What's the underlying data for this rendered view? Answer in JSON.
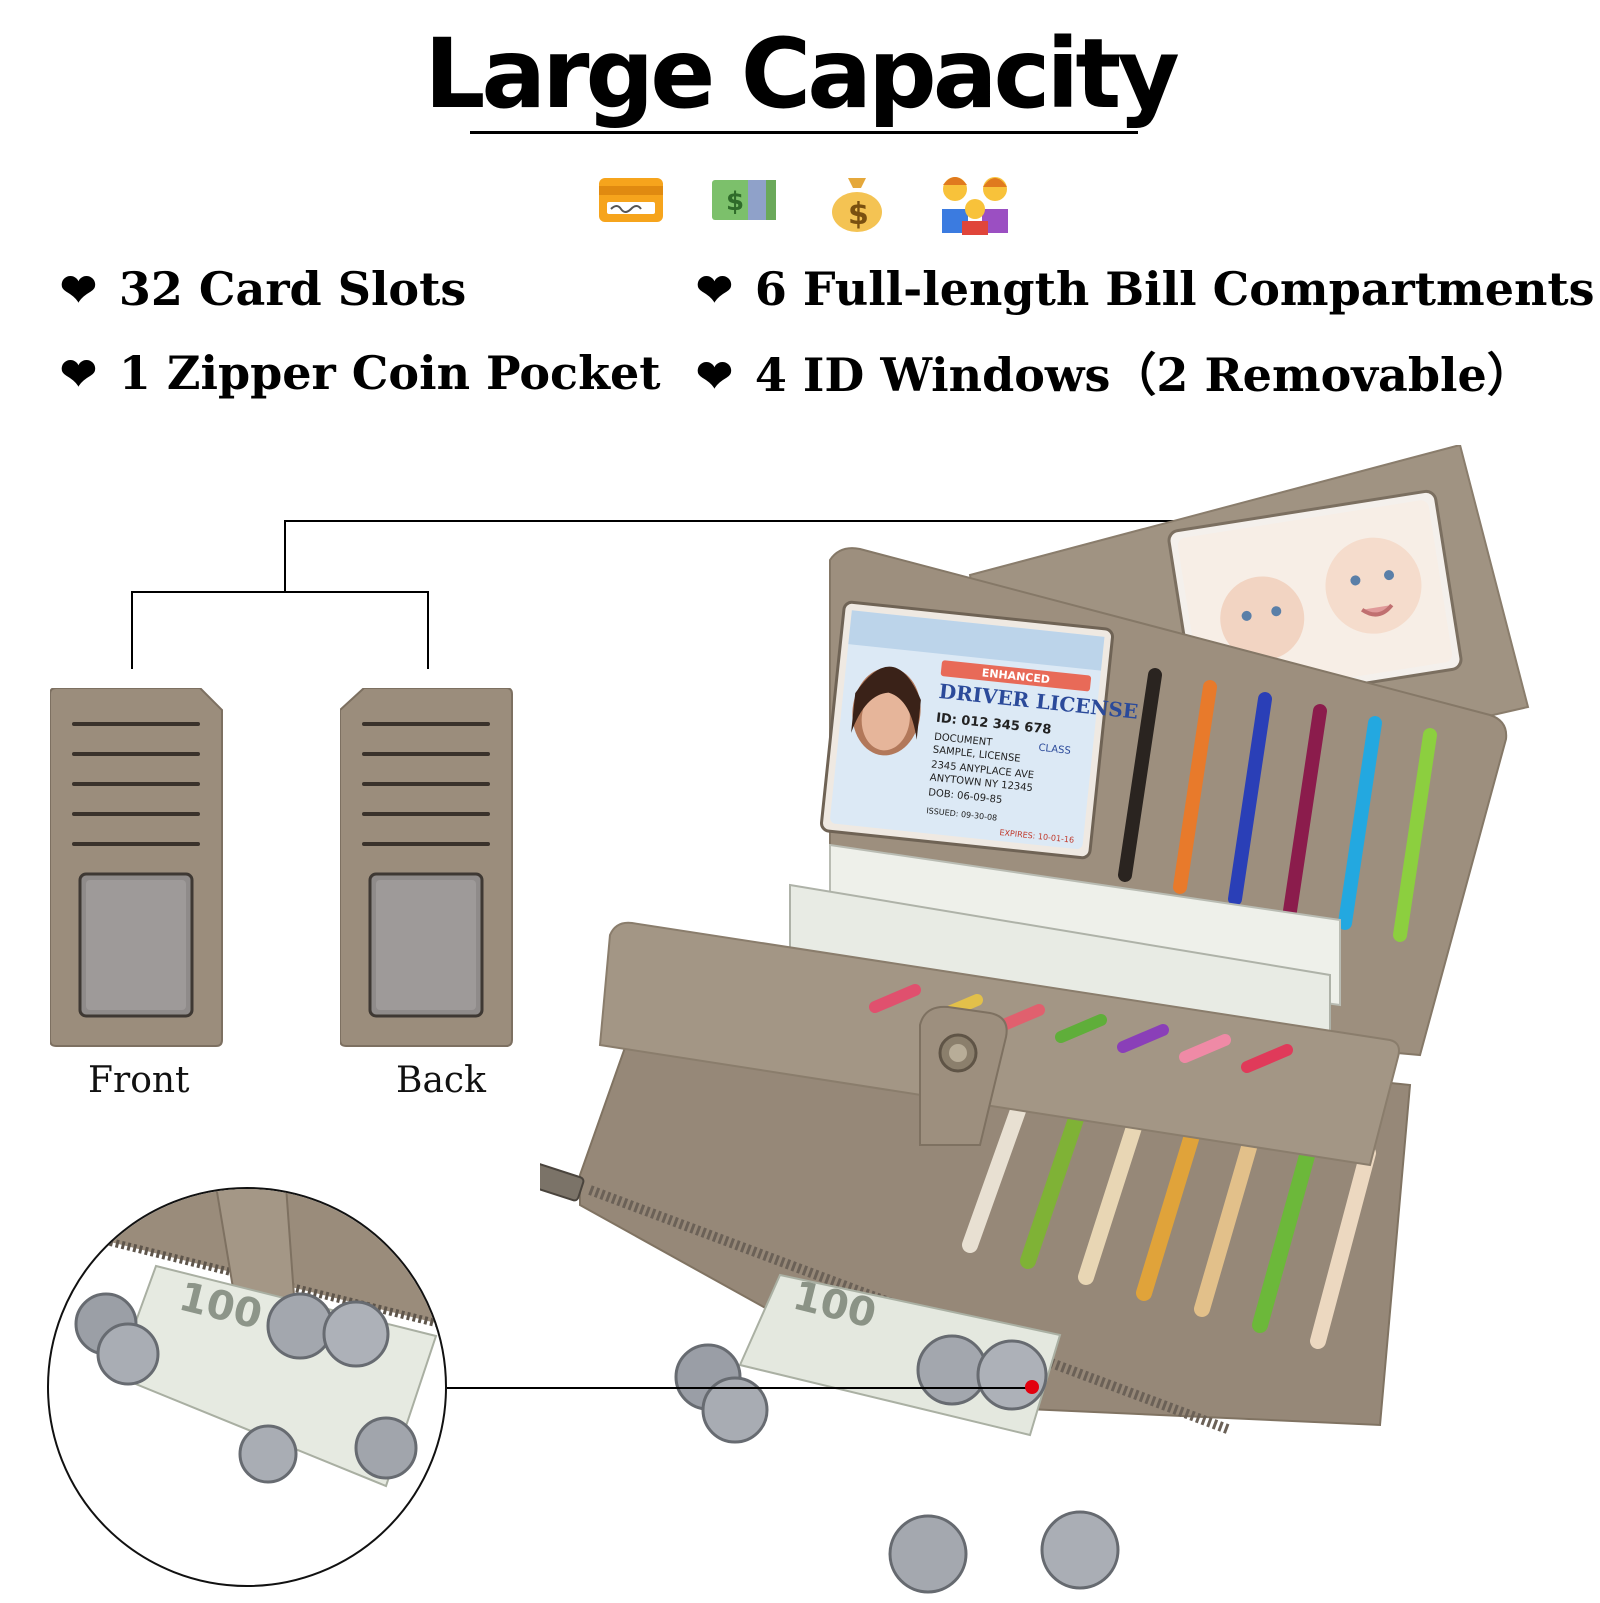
{
  "title": "Large Capacity",
  "icons": [
    "credit-card-icon",
    "dollar-banknote-icon",
    "money-bag-icon",
    "family-icon"
  ],
  "features": {
    "card_slots": "32 Card Slots",
    "bill_compartments": "6 Full-length Bill Compartments",
    "coin_pocket": "1 Zipper Coin Pocket",
    "id_windows": "4 ID Windows（2 Removable）"
  },
  "captions": {
    "front": "Front",
    "back": "Back"
  },
  "id_card": {
    "enhanced": "ENHANCED",
    "header": "DRIVER LICENSE",
    "id_number": "ID: 012 345 678",
    "document": "DOCUMENT",
    "name": "SAMPLE, LICENSE",
    "address1": "2345 ANYPLACE AVE",
    "address2": "ANYTOWN NY 12345",
    "dob": "DOB: 06-09-85",
    "class": "CLASS",
    "expires": "EXPIRES: 10-01-16",
    "issued": "ISSUED: 09-30-08"
  },
  "bill_denomination": "100",
  "colors": {
    "leather": "#9b8d7c",
    "leather_dark": "#857867",
    "accent_red": "#e3000f",
    "slot_colors": [
      "#2a2420",
      "#e87a2b",
      "#2a3fb7",
      "#8b1c4c",
      "#23a8e0",
      "#8ccf3f"
    ]
  }
}
